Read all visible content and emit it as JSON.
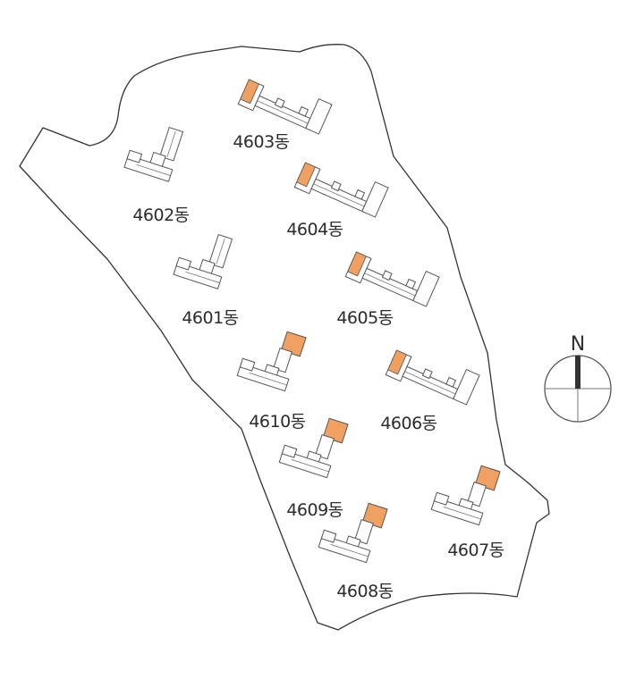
{
  "site": {
    "buildings": [
      {
        "id": "4601",
        "label": "4601동",
        "highlighted": false
      },
      {
        "id": "4602",
        "label": "4602동",
        "highlighted": false
      },
      {
        "id": "4603",
        "label": "4603동",
        "highlighted": true
      },
      {
        "id": "4604",
        "label": "4604동",
        "highlighted": true
      },
      {
        "id": "4605",
        "label": "4605동",
        "highlighted": true
      },
      {
        "id": "4606",
        "label": "4606동",
        "highlighted": true
      },
      {
        "id": "4607",
        "label": "4607동",
        "highlighted": true
      },
      {
        "id": "4608",
        "label": "4608동",
        "highlighted": true
      },
      {
        "id": "4609",
        "label": "4609동",
        "highlighted": true
      },
      {
        "id": "4610",
        "label": "4610동",
        "highlighted": true
      }
    ]
  },
  "compass": {
    "label": "N"
  },
  "colors": {
    "highlight": "#f0a061",
    "outline": "#333333",
    "building_stroke": "#555555"
  }
}
